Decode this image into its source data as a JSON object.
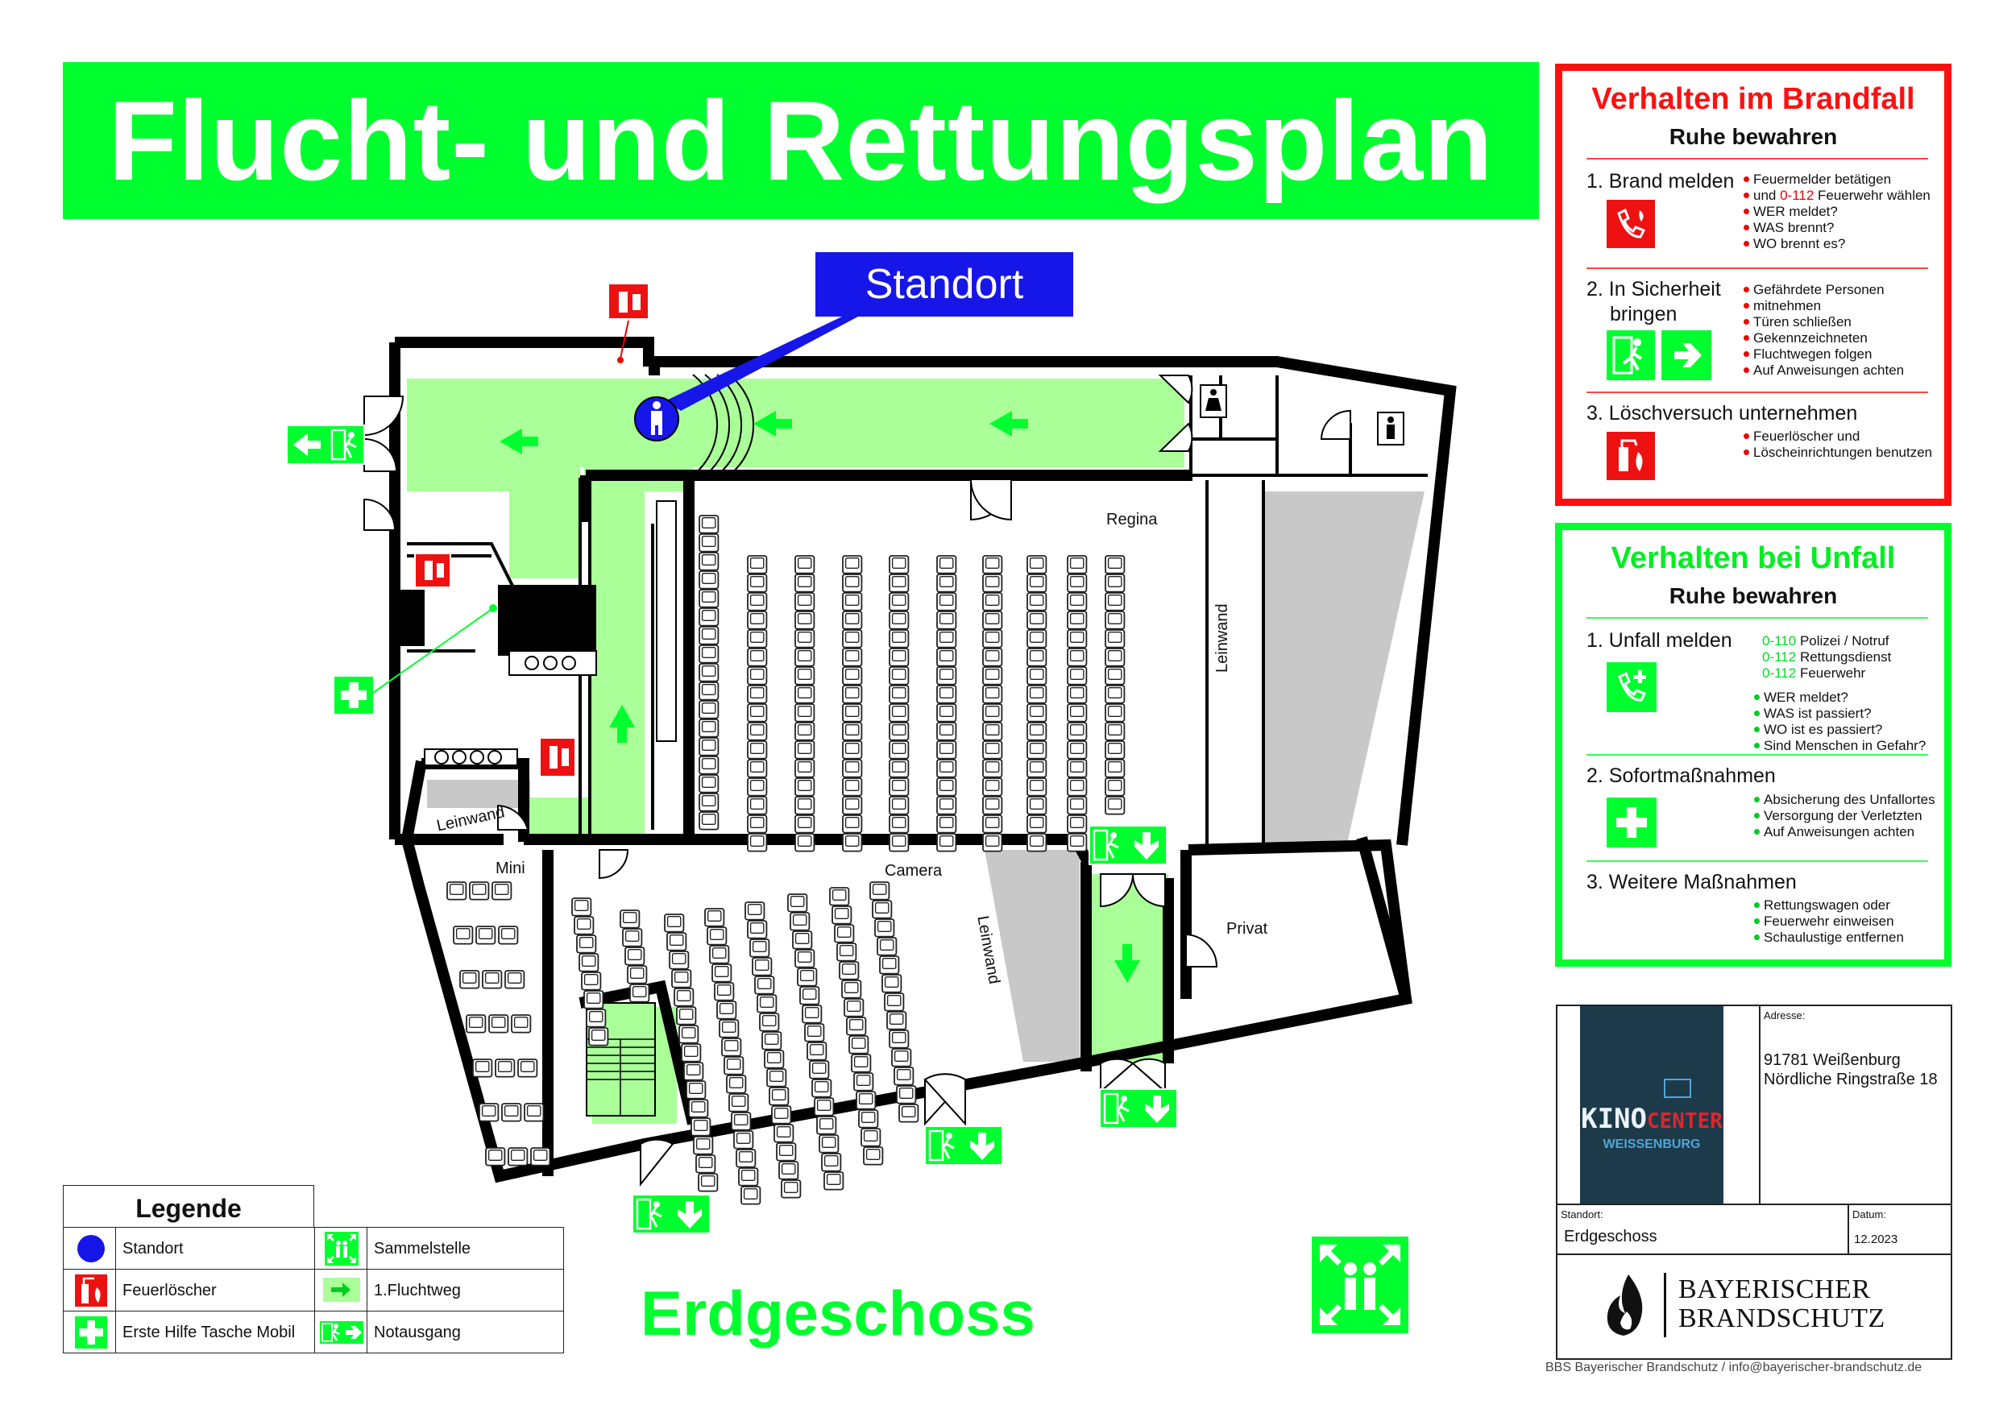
{
  "title": "Flucht- und Rettungsplan",
  "standort_label": "Standort",
  "floor_label": "Erdgeschoss",
  "rooms": {
    "regina": "Regina",
    "camera": "Camera",
    "mini": "Mini",
    "privat": "Privat",
    "leinwand": "Leinwand"
  },
  "fire_panel": {
    "title": "Verhalten im Brandfall",
    "subtitle": "Ruhe bewahren",
    "steps": [
      {
        "label": "1. Brand melden",
        "bullets_a": "Feuermelder betätigen",
        "bullets_b_pre": "und ",
        "bullets_b_num": "0-112",
        "bullets_b_post": " Feuerwehr wählen",
        "bullets": [
          "WER meldet?",
          "WAS brennt?",
          "WO brennt es?"
        ]
      },
      {
        "label_1": "2. In Sicherheit",
        "label_2": "bringen",
        "bullets": [
          "Gefährdete Personen",
          "mitnehmen",
          "Türen schließen",
          "Gekennzeichneten",
          "Fluchtwegen folgen",
          "Auf Anweisungen achten"
        ]
      },
      {
        "label": "3. Löschversuch unternehmen",
        "bullets": [
          "Feuerlöscher und",
          "Löscheinrichtungen benutzen"
        ]
      }
    ],
    "colors": {
      "accent": "#ff1010"
    }
  },
  "accident_panel": {
    "title": "Verhalten bei Unfall",
    "subtitle": "Ruhe bewahren",
    "steps": [
      {
        "label": "1. Unfall melden",
        "numbers": [
          {
            "num": "0-110",
            "txt": "Polizei / Notruf"
          },
          {
            "num": "0-112",
            "txt": "Rettungsdienst"
          },
          {
            "num": "0-112",
            "txt": "Feuerwehr"
          }
        ],
        "bullets": [
          "WER meldet?",
          "WAS ist passiert?",
          "WO ist es passiert?",
          "Sind Menschen in Gefahr?"
        ]
      },
      {
        "label": "2. Sofortmaßnahmen",
        "bullets": [
          "Absicherung des Unfallortes",
          "Versorgung der Verletzten",
          "Auf Anweisungen achten"
        ]
      },
      {
        "label": "3. Weitere Maßnahmen",
        "bullets": [
          "Rettungswagen oder",
          "Feuerwehr einweisen",
          "Schaulustige entfernen"
        ]
      }
    ],
    "colors": {
      "accent": "#00ff2e"
    }
  },
  "info": {
    "address_label": "Adresse:",
    "address_1": "91781 Weißenburg",
    "address_2": "Nördliche Ringstraße 18",
    "standort_label": "Standort:",
    "standort_value": "Erdgeschoss",
    "datum_label": "Datum:",
    "datum_value": "12.2023",
    "logo_text_1": "KINO",
    "logo_text_2": "CENTER",
    "logo_text_3": "WEISSENBURG",
    "company_1": "BAYERISCHER",
    "company_2": "BRANDSCHUTZ",
    "footer": "BBS Bayerischer Brandschutz / info@bayerischer-brandschutz.de"
  },
  "legend": {
    "title": "Legende",
    "items": [
      "Standort",
      "Feuerlöscher",
      "Erste Hilfe Tasche Mobil",
      "Sammelstelle",
      "1.Fluchtweg",
      "Notausgang"
    ]
  },
  "icons": [
    "standort-icon",
    "fire-extinguisher-icon",
    "first-aid-icon",
    "assembly-point-icon",
    "escape-route-arrow-icon",
    "emergency-exit-icon",
    "toilet-icon",
    "fire-alarm-phone-icon",
    "first-aid-phone-icon"
  ],
  "colors": {
    "escape_green": "#00ff2e",
    "route_light": "#aaff99",
    "fire_red": "#ff1010",
    "standort_blue": "#1616e8"
  }
}
